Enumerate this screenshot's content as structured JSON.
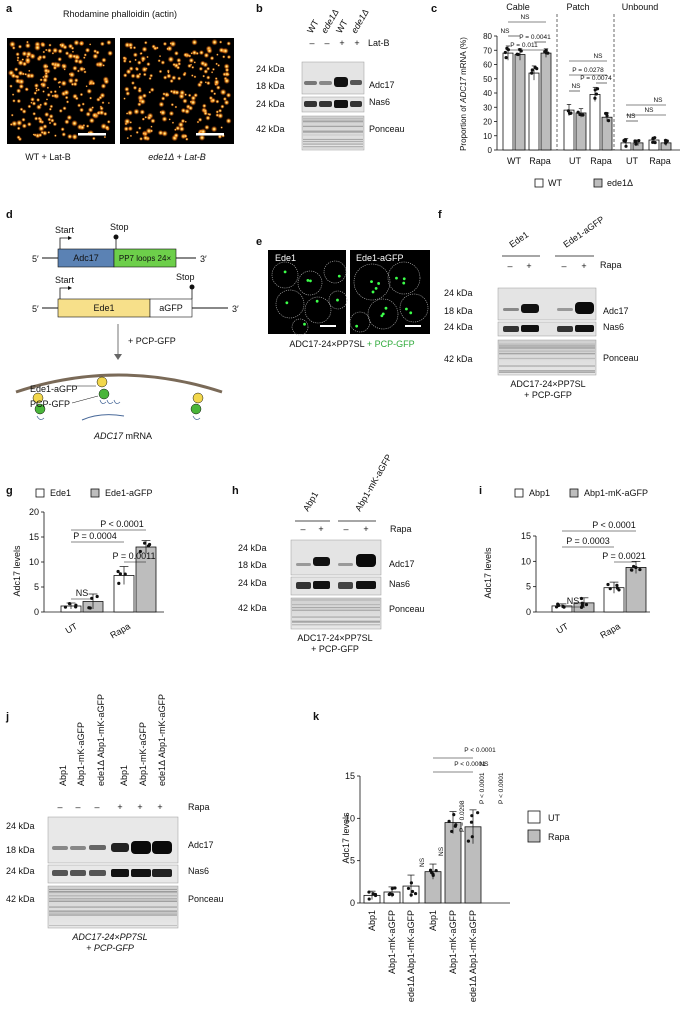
{
  "panels": {
    "a": {
      "label": "a",
      "title": "Rhodamine phalloidin (actin)",
      "captions": [
        "WT + Lat-B",
        "ede1Δ + Lat-B"
      ]
    },
    "b": {
      "label": "b",
      "lanes": [
        "WT",
        "ede1Δ",
        "WT",
        "ede1Δ"
      ],
      "treatment_label": "Lat-B",
      "treatment_signs": [
        "–",
        "–",
        "+",
        "+"
      ],
      "markers": [
        "24 kDa",
        "18 kDa",
        "24 kDa",
        "42 kDa"
      ],
      "bands": [
        "Adc17",
        "Nas6",
        "Ponceau"
      ]
    },
    "c": {
      "label": "c",
      "ylabel_prefix": "Proportion of",
      "ylabel_gene": "ADC17",
      "ylabel_suffix": "mRNA (%)",
      "sections": [
        "Cable",
        "Patch",
        "Unbound"
      ],
      "legend": [
        "WT",
        "ede1Δ"
      ],
      "stats": [
        "NS",
        "P = 0.011",
        "P = 0.0041",
        "NS",
        "NS",
        "P = 0.0278",
        "P = 0.0074",
        "NS",
        "NS",
        "NS",
        "NS"
      ]
    },
    "d": {
      "label": "d",
      "five": "5′",
      "three": "3′",
      "start": "Start",
      "stop": "Stop",
      "gene1": "Adc17",
      "gene1_tag": "PP7 loops 24×",
      "gene2": "Ede1",
      "gene2_tag": "aGFP",
      "step": "+ PCP-GFP",
      "label_ede1": "Ede1-aGFP",
      "label_pcp": "PCP-GFP",
      "label_mrna_gene": "ADC17",
      "label_mrna_suffix": "mRNA"
    },
    "e": {
      "label": "e",
      "captions": [
        "Ede1",
        "Ede1-aGFP"
      ],
      "footer_a": "ADC17-24×PP7SL",
      "footer_b": "+ PCP-GFP"
    },
    "f": {
      "label": "f",
      "groups": [
        "Ede1",
        "Ede1-aGFP"
      ],
      "treatment_label": "Rapa",
      "treatment_signs": [
        "–",
        "+",
        "–",
        "+"
      ],
      "markers": [
        "24 kDa",
        "18 kDa",
        "24 kDa",
        "42 kDa"
      ],
      "bands": [
        "Adc17",
        "Nas6",
        "Ponceau"
      ],
      "footer": [
        "ADC17-24×PP7SL",
        "+ PCP-GFP"
      ]
    },
    "g": {
      "label": "g"
    },
    "h": {
      "label": "h",
      "groups": [
        "Abp1",
        "Abp1-mK-aGFP"
      ],
      "treatment_label": "Rapa",
      "treatment_signs": [
        "–",
        "+",
        "–",
        "+"
      ],
      "markers": [
        "24 kDa",
        "18 kDa",
        "24 kDa",
        "42 kDa"
      ],
      "bands": [
        "Adc17",
        "Nas6",
        "Ponceau"
      ],
      "footer": [
        "ADC17-24×PP7SL",
        "+ PCP-GFP"
      ]
    },
    "i": {
      "label": "i"
    },
    "j": {
      "label": "j",
      "lanes": [
        "Abp1",
        "Abp1-mK-aGFP",
        "ede1Δ Abp1-mK-aGFP",
        "Abp1",
        "Abp1-mK-aGFP",
        "ede1Δ Abp1-mK-aGFP"
      ],
      "treatment_label": "Rapa",
      "treatment_signs": [
        "–",
        "–",
        "–",
        "+",
        "+",
        "+"
      ],
      "markers": [
        "24 kDa",
        "18 kDa",
        "24 kDa",
        "42 kDa"
      ],
      "bands": [
        "Adc17",
        "Nas6",
        "Ponceau"
      ],
      "footer": [
        "ADC17-24×PP7SL",
        "+ PCP-GFP"
      ]
    },
    "k": {
      "label": "k",
      "legend": [
        "UT",
        "Rapa"
      ]
    }
  },
  "chart_data": [
    {
      "panel": "c",
      "type": "bar",
      "categories": [
        "WT",
        "Rapa",
        "UT",
        "Rapa",
        "UT",
        "Rapa"
      ],
      "sections": [
        "Cable",
        "Cable",
        "Patch",
        "Patch",
        "Unbound",
        "Unbound"
      ],
      "ylabel": "Proportion of ADC17 mRNA (%)",
      "ylim": [
        0,
        80
      ],
      "yticks": [
        0,
        10,
        20,
        30,
        40,
        50,
        60,
        70,
        80
      ],
      "series": [
        {
          "name": "WT",
          "values": [
            68,
            54,
            28,
            39,
            5,
            7
          ],
          "errors": [
            5,
            5,
            4,
            5,
            3,
            2
          ]
        },
        {
          "name": "ede1Δ",
          "values": [
            67,
            68,
            26,
            23,
            5,
            5
          ],
          "errors": [
            4,
            3,
            3,
            3,
            2,
            2
          ]
        }
      ],
      "annotations": [
        "NS",
        "P = 0.011",
        "P = 0.0041",
        "NS",
        "NS",
        "P = 0.0278",
        "P = 0.0074",
        "NS",
        "NS",
        "NS",
        "NS"
      ]
    },
    {
      "panel": "g",
      "type": "bar",
      "categories": [
        "UT",
        "Rapa"
      ],
      "ylabel": "Adc17 levels",
      "ylim": [
        0,
        20
      ],
      "yticks": [
        0,
        5,
        10,
        15,
        20
      ],
      "legend": [
        "Ede1",
        "Ede1-aGFP"
      ],
      "series": [
        {
          "name": "Ede1",
          "values": [
            1.2,
            7.3
          ],
          "errors": [
            0.6,
            1.8
          ]
        },
        {
          "name": "Ede1-aGFP",
          "values": [
            2.1,
            13.0
          ],
          "errors": [
            1.5,
            1.3
          ]
        }
      ],
      "annotations": [
        "NS",
        "P = 0.0004",
        "P < 0.0001",
        "P = 0.0011"
      ]
    },
    {
      "panel": "i",
      "type": "bar",
      "categories": [
        "UT",
        "Rapa"
      ],
      "ylabel": "Adc17 levels",
      "ylim": [
        0,
        15
      ],
      "yticks": [
        0,
        5,
        10,
        15
      ],
      "legend": [
        "Abp1",
        "Abp1-mK-aGFP"
      ],
      "series": [
        {
          "name": "Abp1",
          "values": [
            1.2,
            4.8
          ],
          "errors": [
            0.4,
            1.1
          ]
        },
        {
          "name": "Abp1-mK-aGFP",
          "values": [
            1.8,
            8.8
          ],
          "errors": [
            1.0,
            1.2
          ]
        }
      ],
      "annotations": [
        "NS",
        "P = 0.0003",
        "P < 0.0001",
        "P = 0.0021"
      ]
    },
    {
      "panel": "k",
      "type": "bar",
      "categories": [
        "Abp1",
        "Abp1-mK-aGFP",
        "ede1Δ Abp1-mK-aGFP",
        "Abp1",
        "Abp1-mK-aGFP",
        "ede1Δ Abp1-mK-aGFP"
      ],
      "condition": [
        "UT",
        "UT",
        "UT",
        "Rapa",
        "Rapa",
        "Rapa"
      ],
      "ylabel": "Adc17 levels",
      "ylim": [
        0,
        15
      ],
      "yticks": [
        0,
        5,
        10,
        15
      ],
      "values": [
        0.9,
        1.3,
        2.0,
        3.7,
        9.5,
        9.0
      ],
      "errors": [
        0.5,
        0.6,
        1.3,
        0.9,
        1.3,
        2.0
      ],
      "annotations": [
        "NS",
        "NS",
        "P = 0.0298",
        "P < 0.0001",
        "P < 0.0001",
        "P < 0.0001",
        "P < 0.0001",
        "NS"
      ]
    }
  ],
  "colors": {
    "wt": "#ffffff",
    "mut": "#bdbdbd",
    "gfp": "#2ecc40",
    "blot_bg": "#e6e6e6",
    "band": "#1a1a1a"
  }
}
